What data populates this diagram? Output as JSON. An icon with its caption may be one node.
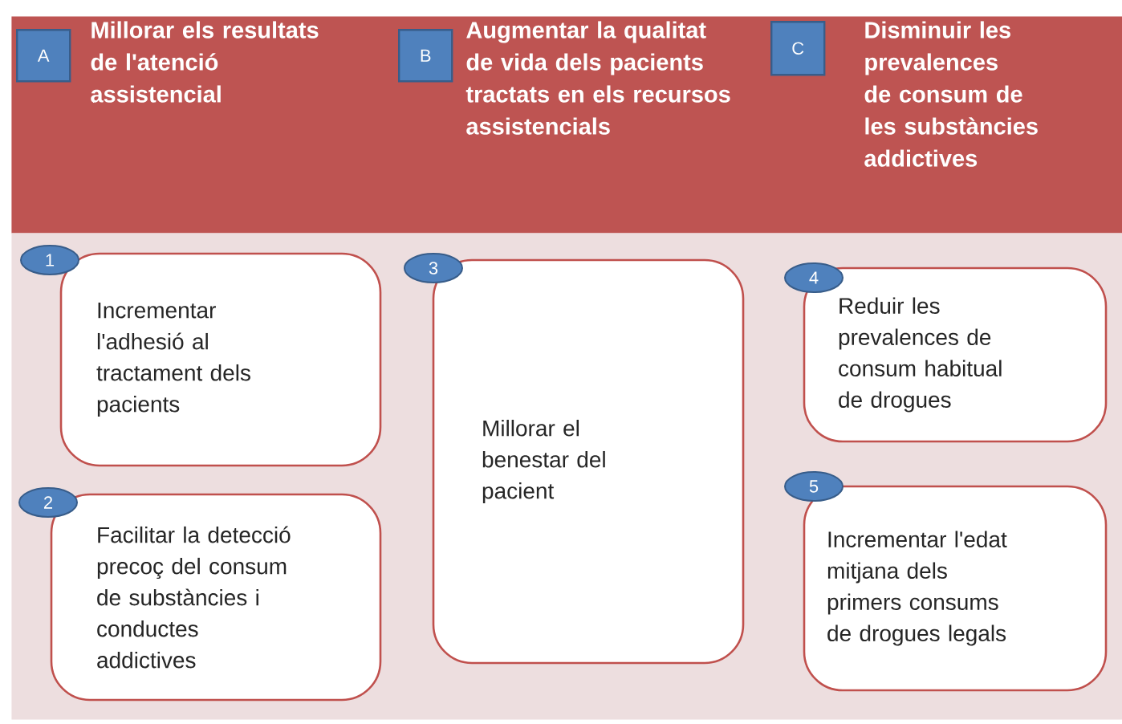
{
  "diagram": {
    "nodes": [
      {
        "text": [],
        "shape": "band"
      },
      {
        "text": [
          "A"
        ],
        "in": 0,
        "beside": [
          "Millorar els resultats de l'atenció assistencial"
        ]
      },
      {
        "text": [
          "B"
        ],
        "in": 0,
        "beside": [
          "Augmentar la qualitat de vida dels pacients tractats en els recursos assistencials"
        ]
      },
      {
        "text": [
          "C"
        ],
        "in": 0,
        "beside": [
          "Disminuir les prevalences de consum de les substàncies addictives"
        ]
      },
      {
        "text": [],
        "shape": "box"
      },
      {
        "text": [
          "1"
        ],
        "in": 4
      },
      {
        "text": [
          "Incrementar l'adhesió al tractament dels pacients"
        ],
        "in": 4
      },
      {
        "text": [
          "2"
        ],
        "in": 4
      },
      {
        "text": [
          "Facilitar la detecció precoç del consum de substàncies i conductes addictives"
        ],
        "in": 4
      },
      {
        "text": [
          "3"
        ],
        "in": 4
      },
      {
        "text": [
          "Millorar el benestar del pacient"
        ],
        "in": 4
      },
      {
        "text": [
          "4"
        ],
        "in": 4
      },
      {
        "text": [
          "Reduir les prevalences de consum habitual de drogues"
        ],
        "in": 4
      },
      {
        "text": [
          "5"
        ],
        "in": 4
      },
      {
        "text": [
          "Incrementar l'edat mitjana dels primers consums de drogues legals"
        ],
        "in": 4
      }
    ]
  }
}
